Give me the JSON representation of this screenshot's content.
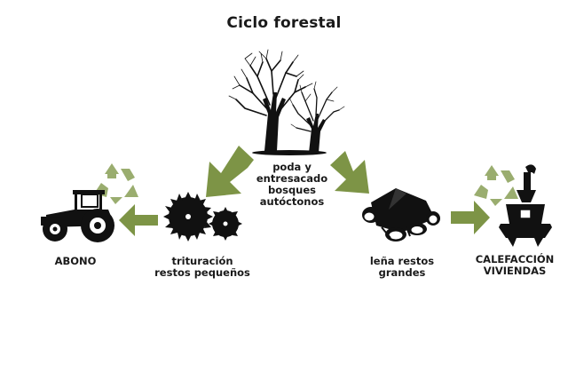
{
  "title": "Ciclo forestal",
  "nodes": {
    "forest": {
      "lines": [
        "poda y",
        "entresacado",
        "bosques",
        "autóctonos"
      ]
    },
    "trituracion": {
      "lines": [
        "trituración",
        "restos pequeños"
      ]
    },
    "abono": {
      "lines": [
        "ABONO"
      ]
    },
    "lena": {
      "lines": [
        "leña restos",
        "grandes"
      ]
    },
    "calefaccion": {
      "lines": [
        "CALEFACCIÓN",
        "VIVIENDAS"
      ]
    }
  },
  "colors": {
    "arrow": "#7d9446",
    "recycle": "#9aad6f",
    "ink": "#111111"
  }
}
